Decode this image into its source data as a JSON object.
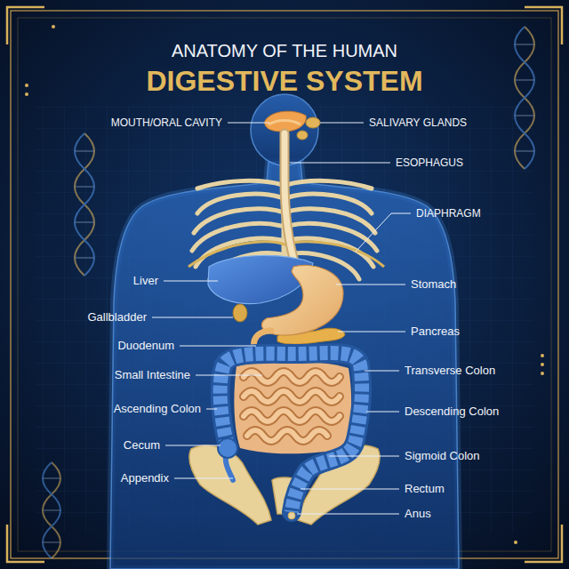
{
  "diagram": {
    "title": "ANATOMY OF THE HUMAN DIGESTIVE SYSTEM",
    "labels": [
      "MOUTH/ORAL CAVITY",
      "SALIVARY GLANDS",
      "ESOPHAGUS",
      "DIAPHRAGM",
      "Liver",
      "Stomach",
      "Gallbladder",
      "Pancreas",
      "Duodenum",
      "Small Intestine",
      "Transverse Colon",
      "Ascending Colon",
      "Descending Colon",
      "Cecum",
      "Sigmoid Colon",
      "Appendix",
      "Rectum",
      "Anus"
    ]
  }
}
